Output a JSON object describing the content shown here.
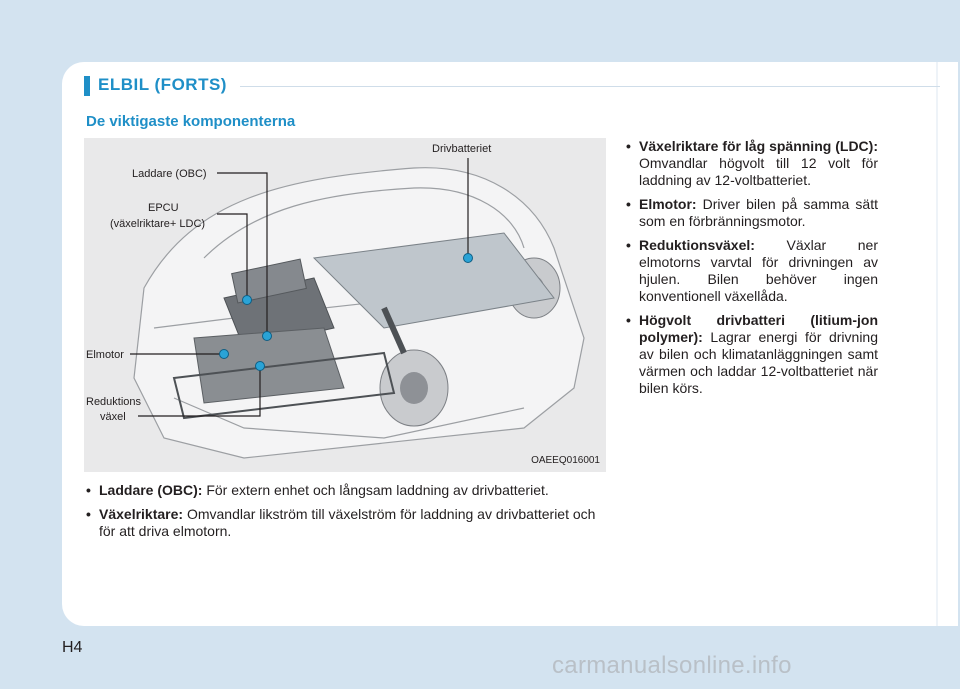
{
  "section": {
    "title": "ELBIL (FORTS)"
  },
  "subtitle": "De viktigaste komponenterna",
  "figure": {
    "labels": {
      "drivbatteriet": "Drivbatteriet",
      "laddare": "Laddare (OBC)",
      "epcu_line1": "EPCU",
      "epcu_line2": "(växelriktare+ LDC)",
      "elmotor": "Elmotor",
      "reduktion_line1": "Reduktions",
      "reduktion_line2": "växel"
    },
    "code": "OAEEQ016001"
  },
  "bullets_left": [
    {
      "term": "Laddare (OBC):",
      "text": " För extern enhet och långsam laddning av drivbatteriet."
    },
    {
      "term": "Växelriktare:",
      "text": " Omvandlar likström till växelström för laddning av drivbatteriet och för att driva elmotorn."
    }
  ],
  "bullets_right": [
    {
      "term": "Växelriktare för låg spänning (LDC):",
      "text": " Omvandlar högvolt till 12 volt för laddning av 12-voltbatteriet."
    },
    {
      "term": "Elmotor:",
      "text": " Driver bilen på samma sätt som en förbränningsmotor."
    },
    {
      "term": "Reduktionsväxel:",
      "text": " Växlar ner elmotorns varvtal för drivningen av hjulen. Bilen behöver ingen konventionell växellåda."
    },
    {
      "term": "Högvolt drivbatteri (litium-jon polymer):",
      "text": " Lagrar energi för drivning av bilen och klimatanläggningen samt värmen och laddar 12-voltbatteriet när bilen körs."
    }
  ],
  "page_number": "H4",
  "watermark": "carmanualsonline.info",
  "colors": {
    "accent": "#1f8fc7",
    "background": "#d3e3f0",
    "callout_dot": "#2aa3d6"
  }
}
